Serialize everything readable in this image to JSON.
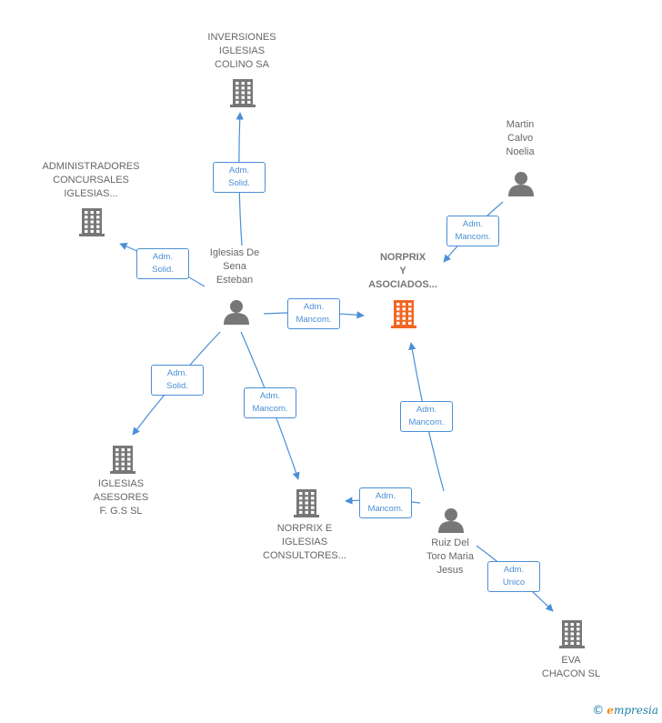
{
  "colors": {
    "edge": "#4a8fd6",
    "node": "#777777",
    "focus": "#f26522"
  },
  "nodes": [
    {
      "id": "inversiones",
      "type": "company",
      "label": "INVERSIONES\nIGLESIAS\nCOLINO SA"
    },
    {
      "id": "administradores",
      "type": "company",
      "label": "ADMINISTRADORES\nCONCURSALES\nIGLESIAS..."
    },
    {
      "id": "iglesias-de-sena",
      "type": "person",
      "label": "Iglesias De\nSena\nEsteban"
    },
    {
      "id": "martin-calvo",
      "type": "person",
      "label": "Martin\nCalvo\nNoelia"
    },
    {
      "id": "norprix-y-asociados",
      "type": "company-focus",
      "label": "NORPRIX\nY\nASOCIADOS..."
    },
    {
      "id": "iglesias-asesores",
      "type": "company",
      "label": "IGLESIAS\nASESORES\nF. G.S SL"
    },
    {
      "id": "norprix-e-iglesias",
      "type": "company",
      "label": "NORPRIX E\nIGLESIAS\nCONSULTORES..."
    },
    {
      "id": "ruiz-del-toro",
      "type": "person",
      "label": "Ruiz Del\nToro Maria\nJesus"
    },
    {
      "id": "eva-chacon",
      "type": "company",
      "label": "EVA\nCHACON SL"
    }
  ],
  "edges": [
    {
      "from": "iglesias-de-sena",
      "to": "inversiones",
      "label": "Adm.\nSolid."
    },
    {
      "from": "iglesias-de-sena",
      "to": "administradores",
      "label": "Adm.\nSolid."
    },
    {
      "from": "iglesias-de-sena",
      "to": "norprix-y-asociados",
      "label": "Adm.\nMancom."
    },
    {
      "from": "iglesias-de-sena",
      "to": "iglesias-asesores",
      "label": "Adm.\nSolid."
    },
    {
      "from": "iglesias-de-sena",
      "to": "norprix-e-iglesias",
      "label": "Adm.\nMancom."
    },
    {
      "from": "martin-calvo",
      "to": "norprix-y-asociados",
      "label": "Adm.\nMancom."
    },
    {
      "from": "ruiz-del-toro",
      "to": "norprix-y-asociados",
      "label": "Adm.\nMancom."
    },
    {
      "from": "ruiz-del-toro",
      "to": "norprix-e-iglesias",
      "label": "Adm.\nMancom."
    },
    {
      "from": "ruiz-del-toro",
      "to": "eva-chacon",
      "label": "Adm.\nUnico"
    }
  ],
  "brand": {
    "copyright": "©",
    "name_initial": "e",
    "name_rest": "mpresia"
  }
}
